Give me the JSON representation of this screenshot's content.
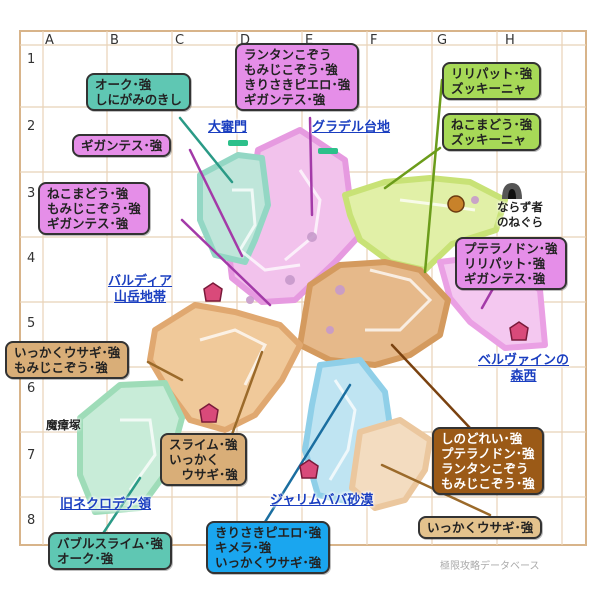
{
  "colors": {
    "pink": "#e58ee8",
    "tan": "#d9ae78",
    "teal": "#5fc7b3",
    "lime": "#a7d957",
    "brown": "#9b5a17",
    "blue": "#1aa6ef",
    "sand": "#e3c28d",
    "link": "#1a3ec0",
    "grid": "#e2c8a6"
  },
  "grid": {
    "columns": [
      "A",
      "B",
      "C",
      "D",
      "E",
      "F",
      "G",
      "H"
    ],
    "rows": [
      "1",
      "2",
      "3",
      "4",
      "5",
      "6",
      "7",
      "8"
    ]
  },
  "places": {
    "taishinmon": "大審門",
    "guradel": "グラデル台地",
    "baldia": "バルディア\n山岳地帯",
    "belvain": "ベルヴァインの\n森西",
    "jarimubaba": "ジャリムババ砂漠",
    "old_necro": "旧ネクロデア領"
  },
  "labels": {
    "naraduzu": "ならず者\nのねぐら",
    "mashozuka": "魔瘴塚"
  },
  "captions": {
    "c1": "オーク･強\nしにがみのきし",
    "c2": "ランタンこぞう\nもみじこぞう･強\nきりさきピエロ･強\nギガンテス･強",
    "c3": "リリパット･強\nズッキーニャ",
    "c4": "ねこまどう･強\nズッキーニャ",
    "c5": "ギガンテス･強",
    "c6": "ねこまどう･強\nもみじこぞう･強\nギガンテス･強",
    "c7": "プテラノドン･強\nリリパット･強\nギガンテス･強",
    "c8": "いっかくウサギ･強\nもみじこぞう･強",
    "c9": "スライム･強\nいっかく\n　ウサギ･強",
    "c10": "しのどれい･強\nプテラノドン･強\nランタンこぞう\nもみじこぞう･強",
    "c11": "バブルスライム･強\nオーク･強",
    "c12": "きりさきピエロ･強\nキメラ･強\nいっかくウサギ･強",
    "c13": "いっかくウサギ･強"
  },
  "watermark": "極限攻略データベース"
}
